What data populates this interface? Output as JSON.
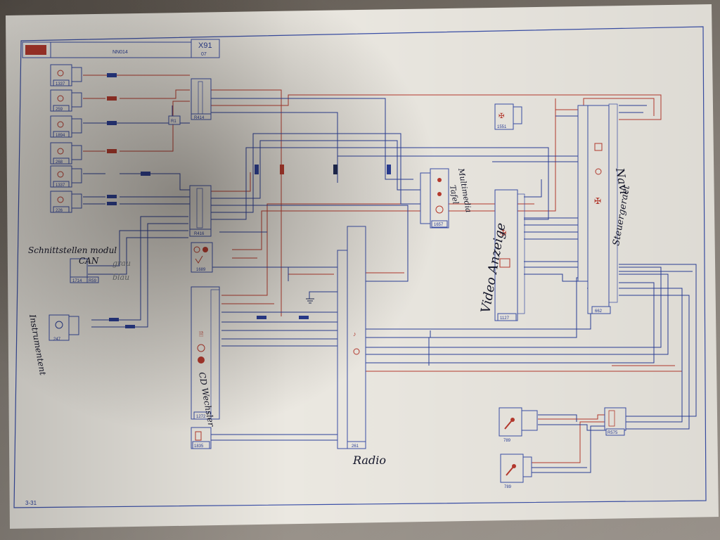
{
  "header": {
    "page_code": "X91",
    "page_num": "07",
    "block_ref": "NN014"
  },
  "page_number": "3-31",
  "colors": {
    "red": "#b83a2e",
    "blue": "#2a3f9a",
    "dark": "#1f2a55",
    "frame": "#3a4fa8",
    "component_fill": "#d8d2c6"
  },
  "left_components": [
    {
      "id": "1337"
    },
    {
      "id": "259"
    },
    {
      "id": "1894"
    },
    {
      "id": "268"
    },
    {
      "id": "1337"
    },
    {
      "id": "226"
    }
  ],
  "relays": {
    "r1": "R1",
    "r414": "R414",
    "r416": "R416",
    "r1689": "1689"
  },
  "boxes": {
    "b1714": {
      "id": "1714",
      "label2": "R59"
    },
    "b247": {
      "id": "247"
    },
    "b1272": {
      "id": "1272"
    },
    "b1835": {
      "id": "1835"
    },
    "b261": {
      "id": "261"
    },
    "b1657": {
      "id": "1657"
    },
    "b1127": {
      "id": "1127"
    },
    "b1551": {
      "id": "1551"
    },
    "b662": {
      "id": "662"
    },
    "b789a": {
      "id": "789"
    },
    "b789b": {
      "id": "789"
    },
    "br575": {
      "id": "R575"
    }
  },
  "handwriting": {
    "schnitt": "Schnittstellen modul",
    "can": "CAN",
    "grau": "grau",
    "blau": "blau",
    "instrument": "Instrumentent",
    "cdwechsler": "CD Wechsler",
    "radio": "Radio",
    "multimedia": "Multimedia",
    "tafel": "Tafel",
    "video": "Video Anzeige",
    "steuergeraet": "Steuergeraet",
    "navi": "Navi"
  }
}
